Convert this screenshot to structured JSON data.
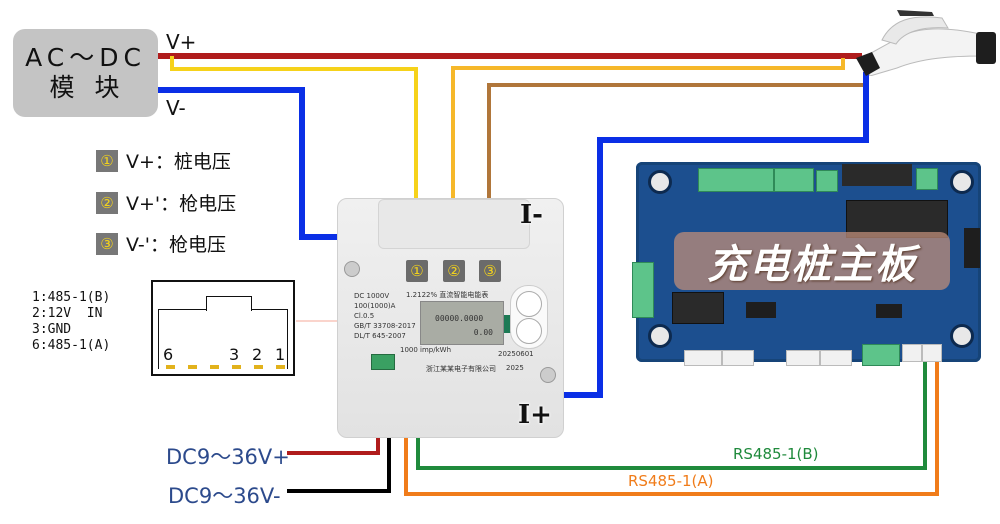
{
  "acdc_module": {
    "line1": "AC～DC",
    "line2": "模块"
  },
  "supply_labels": {
    "v_plus": "V+",
    "v_minus": "V-"
  },
  "legend": [
    {
      "badge": "①",
      "text": "V+：桩电压"
    },
    {
      "badge": "②",
      "text": "V+'：枪电压"
    },
    {
      "badge": "③",
      "text": "V-'：枪电压"
    }
  ],
  "connector_pinout": {
    "lines": [
      "1:485-1(B)",
      "2:12V  IN",
      "3:GND",
      "6:485-1(A)"
    ],
    "pin_numbers": [
      "6",
      "3",
      "2",
      "1"
    ]
  },
  "meter": {
    "terminals": [
      "①",
      "②",
      "③"
    ],
    "title": "1.2122% 直流智能电能表",
    "specs": "DC 1000V\n100(1000)A\nCl.0.5\nGB/T 33708-2017\nDL/T 645-2007",
    "lcd_line1": "00000.0000",
    "lcd_line2": "0.00",
    "pulse": "1000 imp/kWh",
    "serial": "20250601",
    "manufacturer": "浙江某某电子有限公司",
    "year": "2025"
  },
  "current_labels": {
    "i_minus": "I-",
    "i_plus": "I+"
  },
  "board": {
    "title": "充电桩主板"
  },
  "aux_power": {
    "plus": "DC9～36V+",
    "minus": "DC9～36V-"
  },
  "rs485": {
    "b": "RS485-1(B)",
    "a": "RS485-1(A)"
  },
  "colors": {
    "v_plus": "#b01c1c",
    "gun_v_plus": "#f6c21a",
    "gun_v_minus": "#b0763a",
    "v_minus": "#0a2fe6",
    "rs485_b": "#1f8a3c",
    "rs485_a": "#f07c1a",
    "aux_minus": "#000000",
    "dc_label": "#2c4a8c"
  }
}
